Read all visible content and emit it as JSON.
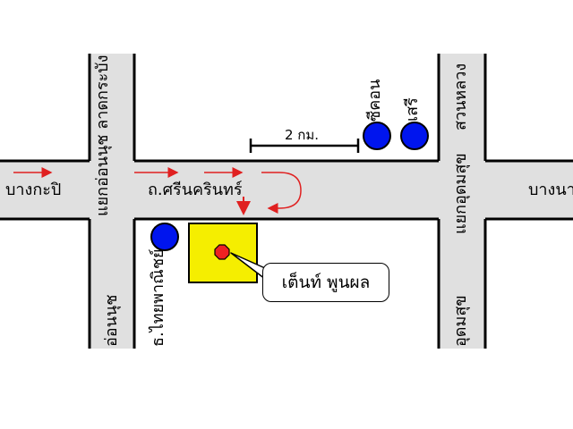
{
  "colors": {
    "road": "#e0e0e0",
    "road_edge": "#000000",
    "landmark": "#0015ee",
    "building": "#f5ee00",
    "pin": "#ee2222",
    "arrow": "#e02020"
  },
  "roads": {
    "main_horizontal": "ถ.ศรีนครินทร์",
    "left_end": "บางกะปิ",
    "right_end": "บางนา",
    "left_junction_upper": "แยกอ่อนนุช ลาดกระบัง",
    "left_junction_lower": "อ่อนนุช",
    "right_junction_upper": "สวนหลวง",
    "right_junction_lower": "แยกอุดมสุข",
    "right_junction_bottom": "อุดมสุข"
  },
  "landmarks": {
    "bank": "ธ.ไทยพาณิชย์",
    "store_1": "ซีคอน",
    "store_2": "เสรี"
  },
  "scale": {
    "label": "2 กม."
  },
  "destination": {
    "label": "เต็นท์ พูนผล"
  },
  "icons": {
    "direction": "arrow-right-icon",
    "u_turn": "u-turn-icon",
    "entrance": "arrow-down-icon",
    "landmark": "circle-marker-icon",
    "pin": "pin-icon"
  }
}
